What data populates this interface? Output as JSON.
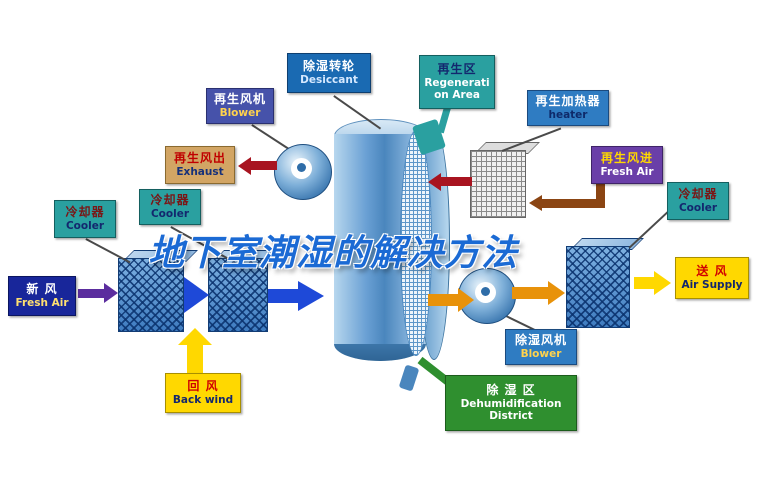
{
  "title": "地下室潮湿的解决方法",
  "labels": {
    "fresh_air": {
      "zh": "新 风",
      "en": "Fresh Air"
    },
    "back_wind": {
      "zh": "回 风",
      "en": "Back wind"
    },
    "cooler_left_outer": {
      "zh": "冷却器",
      "en": "Cooler"
    },
    "cooler_left_inner": {
      "zh": "冷却器",
      "en": "Cooler"
    },
    "cooler_right": {
      "zh": "冷却器",
      "en": "Cooler"
    },
    "exhaust": {
      "zh": "再生风出",
      "en": "Exhaust"
    },
    "regen_blower": {
      "zh": "再生风机",
      "en": "Blower"
    },
    "desiccant": {
      "zh": "除湿转轮",
      "en": "Desiccant"
    },
    "regeneration_area": {
      "zh": "再生区",
      "en": "Regeneration Area"
    },
    "regen_heater": {
      "zh": "再生加热器",
      "en": "heater"
    },
    "regen_fresh_air": {
      "zh": "再生风进",
      "en": "Fresh Air"
    },
    "air_supply": {
      "zh": "送 风",
      "en": "Air Supply"
    },
    "dehumid_blower": {
      "zh": "除湿风机",
      "en": "Blower"
    },
    "dehumid_district": {
      "zh": "除 湿 区",
      "en": "Dehumidification District"
    }
  },
  "colors": {
    "title_blue": "#1b6ad4",
    "teal": "#2aa0a0",
    "label_blue": "#2f7cc2",
    "label_yellow": "#ffd800",
    "label_purple": "#6a3fa8",
    "label_navy": "#18269a",
    "label_green": "#2f8f2f",
    "label_tan": "#d2a564",
    "arrow_orange": "#e8920a",
    "arrow_red": "#a81420",
    "arrow_blue": "#1e49d8",
    "arrow_brown": "#8b4513",
    "arrow_purple": "#5b2d9e",
    "wheel_blue": "#4a86bd"
  }
}
